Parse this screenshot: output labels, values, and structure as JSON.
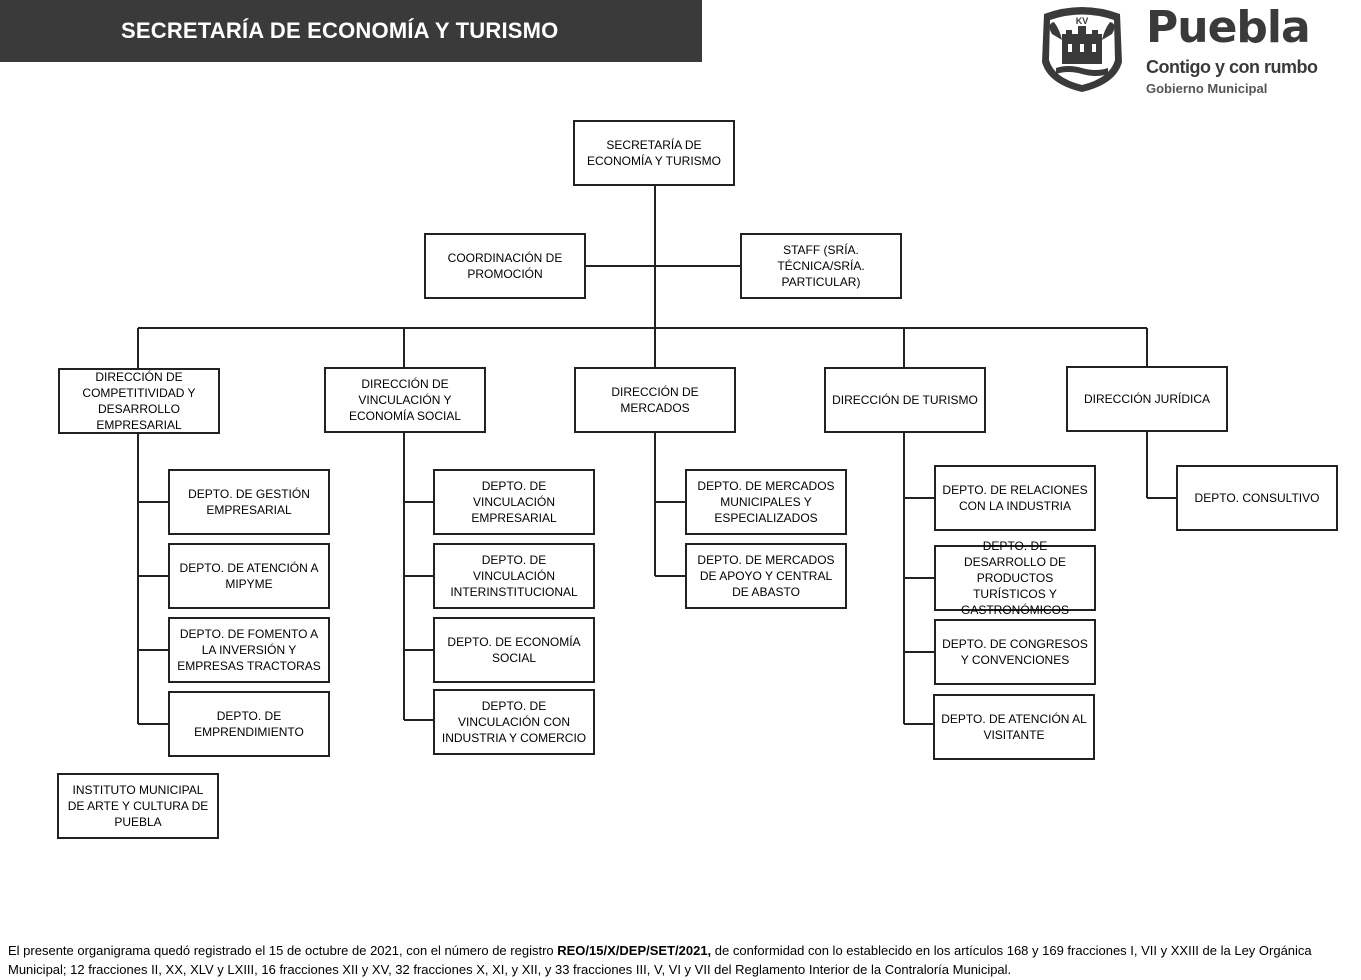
{
  "header": {
    "title": "SECRETARÍA DE ECONOMÍA Y TURISMO"
  },
  "brand": {
    "name": "Puebla",
    "tagline": "Contigo y con rumbo",
    "subtitle": "Gobierno Municipal",
    "seal_letters": "KV",
    "accent_color": "#3a3a3a"
  },
  "org": {
    "root": "SECRETARÍA DE ECONOMÍA Y TURISMO",
    "coordinacion": "COORDINACIÓN DE PROMOCIÓN",
    "staff": "STAFF (SRÍA. TÉCNICA/SRÍA. PARTICULAR)",
    "direcciones": [
      {
        "label": "DIRECCIÓN DE COMPETITIVIDAD Y DESARROLLO EMPRESARIAL",
        "deptos": [
          "DEPTO. DE GESTIÓN EMPRESARIAL",
          "DEPTO. DE ATENCIÓN A MIPYME",
          "DEPTO. DE FOMENTO A LA INVERSIÓN Y EMPRESAS TRACTORAS",
          "DEPTO. DE EMPRENDIMIENTO"
        ]
      },
      {
        "label": "DIRECCIÓN DE VINCULACIÓN Y ECONOMÍA SOCIAL",
        "deptos": [
          "DEPTO. DE VINCULACIÓN EMPRESARIAL",
          "DEPTO. DE VINCULACIÓN INTERINSTITUCIONAL",
          "DEPTO. DE ECONOMÍA SOCIAL",
          "DEPTO. DE VINCULACIÓN CON INDUSTRIA Y COMERCIO"
        ]
      },
      {
        "label": "DIRECCIÓN DE MERCADOS",
        "deptos": [
          "DEPTO. DE MERCADOS MUNICIPALES Y ESPECIALIZADOS",
          "DEPTO. DE MERCADOS DE APOYO Y CENTRAL DE ABASTO"
        ]
      },
      {
        "label": "DIRECCIÓN DE TURISMO",
        "deptos": [
          "DEPTO. DE RELACIONES CON LA INDUSTRIA",
          "DEPTO. DE DESARROLLO DE PRODUCTOS TURÍSTICOS Y GASTRONÓMICOS",
          "DEPTO. DE CONGRESOS Y CONVENCIONES",
          "DEPTO. DE ATENCIÓN AL VISITANTE"
        ]
      },
      {
        "label": "DIRECCIÓN JURÍDICA",
        "deptos": [
          "DEPTO. CONSULTIVO"
        ]
      }
    ],
    "instituto": "INSTITUTO MUNICIPAL DE ARTE Y CULTURA DE PUEBLA"
  },
  "footer": {
    "text_1": "El presente organigrama quedó registrado el 15 de octubre de 2021, con el número de registro ",
    "registro": "REO/15/X/DEP/SET/2021,",
    "text_2": " de conformidad con lo establecido en los artículos 168 y 169 fracciones I, VII y XXIII de la Ley Orgánica Municipal; 12 fracciones II, XX, XLV y LXIII, 16 fracciones XII y XV, 32 fracciones X, XI, y XII, y 33 fracciones III, V, VI y VII del Reglamento Interior de la Contraloría Municipal."
  }
}
